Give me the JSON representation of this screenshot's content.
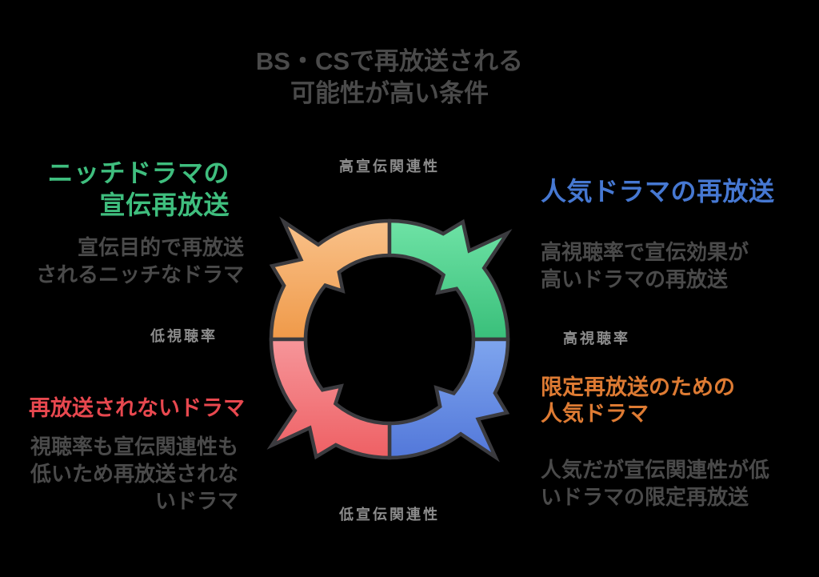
{
  "background": "#000000",
  "title": {
    "lines": [
      "BS・CSで再放送される",
      "可能性が高い条件"
    ],
    "color": "#4a4a4a"
  },
  "cycle": {
    "axis_labels": {
      "top": "高宣伝関連性",
      "right": "高視聴率",
      "bottom": "低宣伝関連性",
      "left": "低視聴率"
    },
    "axis_label_color": "#8c8c8c",
    "outline_color": "#3b3b3f",
    "segments": {
      "top_left": {
        "color_name": "orange",
        "fill_light": "#f9c28b",
        "fill_dark": "#ee9440"
      },
      "top_right": {
        "color_name": "green",
        "fill_light": "#6fe3a6",
        "fill_dark": "#32ba74"
      },
      "bottom_right": {
        "color_name": "blue",
        "fill_light": "#84abf1",
        "fill_dark": "#5277d9"
      },
      "bottom_left": {
        "color_name": "red",
        "fill_light": "#f79da1",
        "fill_dark": "#ee5f63"
      }
    },
    "flow_direction": "counterclockwise"
  },
  "quadrants": {
    "top_left": {
      "accent": "#3fbe7e",
      "heading_lines": [
        "ニッチドラマの",
        "宣伝再放送"
      ],
      "body_lines": [
        "宣伝目的で再放送",
        "されるニッチなドラマ"
      ]
    },
    "top_right": {
      "accent": "#4678d2",
      "heading_lines": [
        "人気ドラマの再放送"
      ],
      "body_lines": [
        "高視聴率で宣伝効果が",
        "高いドラマの再放送"
      ]
    },
    "bottom_left": {
      "accent": "#e8484f",
      "heading_lines": [
        "再放送されないドラマ"
      ],
      "body_lines": [
        "視聴率も宣伝関連性も",
        "低いため再放送されな",
        "いドラマ"
      ]
    },
    "bottom_right": {
      "accent": "#de7b33",
      "heading_lines": [
        "限定再放送のための",
        "人気ドラマ"
      ],
      "body_lines": [
        "人気だが宣伝関連性が低",
        "いドラマの限定再放送"
      ]
    }
  }
}
